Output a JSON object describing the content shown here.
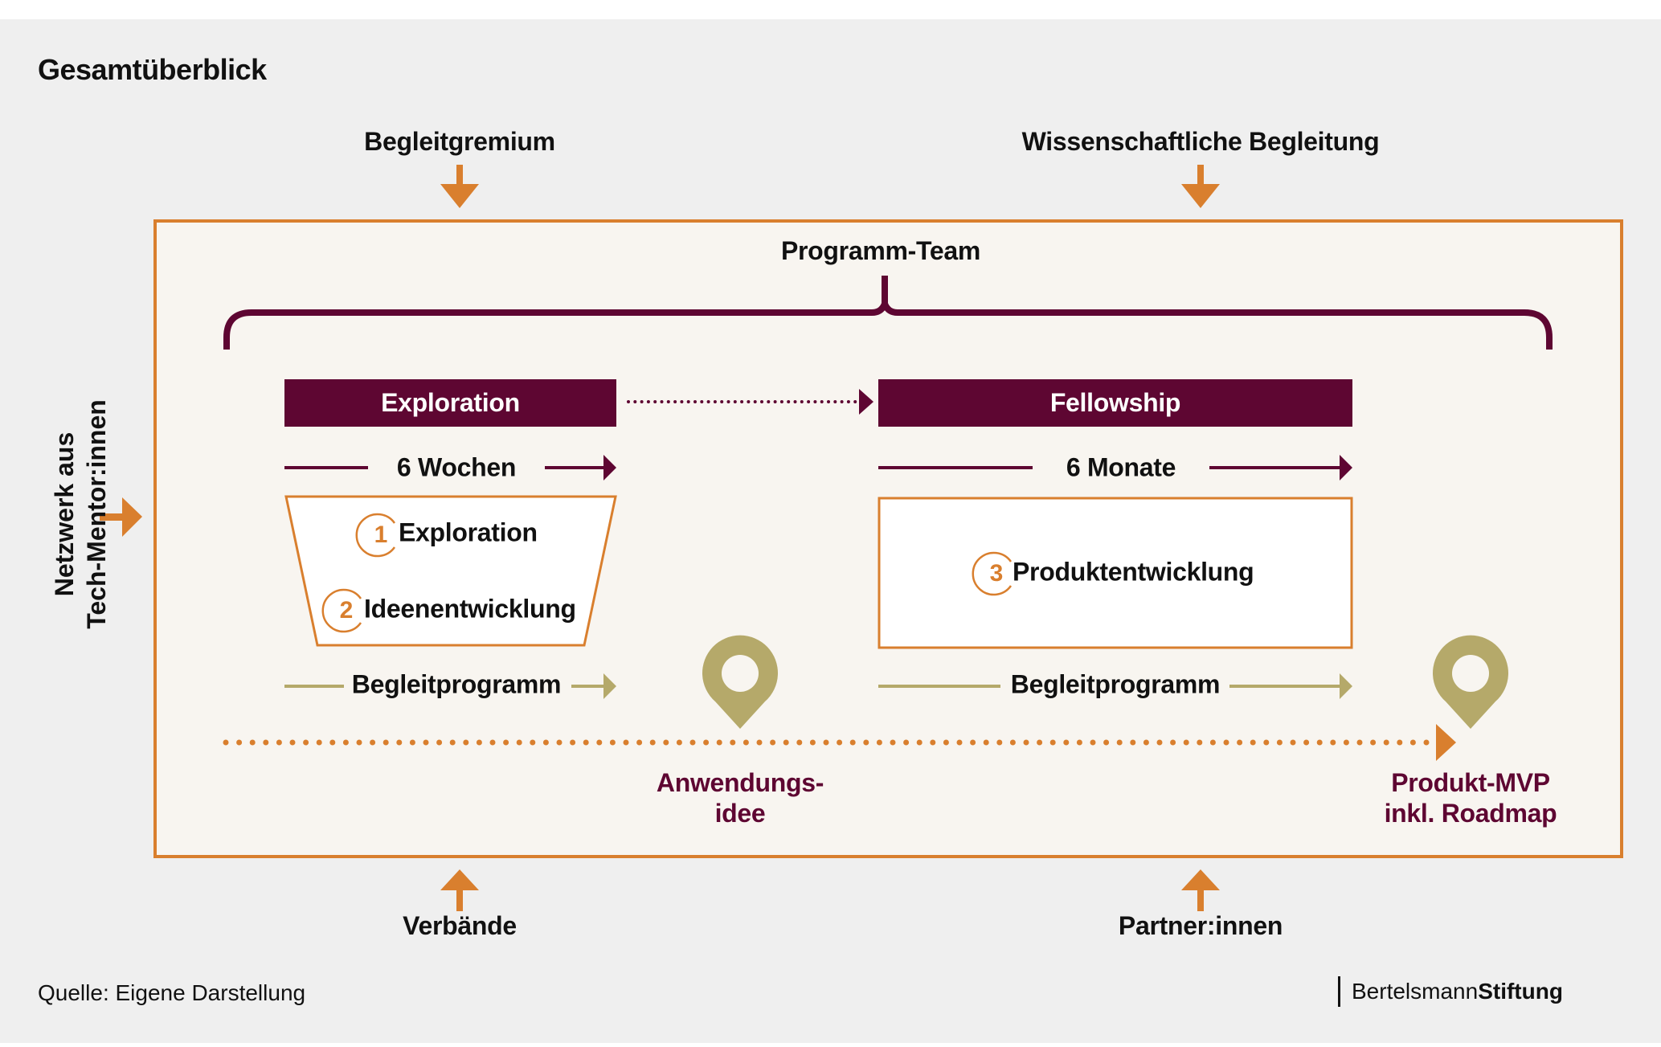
{
  "title": "Gesamtüberblick",
  "inputs": {
    "top_left": "Begleitgremium",
    "top_right": "Wissenschaftliche Begleitung",
    "bottom_left": "Verbände",
    "bottom_right": "Partner:innen",
    "left": [
      "Netzwerk aus",
      "Tech-Mentor:innen"
    ]
  },
  "program_team": "Programm-Team",
  "phases": [
    {
      "name": "Exploration",
      "duration": "6 Wochen",
      "steps": [
        {
          "number": "1",
          "label": "Exploration"
        },
        {
          "number": "2",
          "label": "Ideenentwicklung"
        }
      ],
      "support": "Begleitprogramm",
      "milestone": [
        "Anwendungs-",
        "idee"
      ]
    },
    {
      "name": "Fellowship",
      "duration": "6 Monate",
      "steps": [
        {
          "number": "3",
          "label": "Produktentwicklung"
        }
      ],
      "support": "Begleitprogramm",
      "milestone": [
        "Produkt-MVP",
        "inkl. Roadmap"
      ]
    }
  ],
  "source": "Quelle: Eigene Darstellung",
  "logo": {
    "light": "Bertelsmann",
    "bold": "Stiftung"
  },
  "colors": {
    "maroon": "#5e0632",
    "orange": "#d97f2e",
    "olive": "#b5a96a",
    "box_bg": "#f8f5f0",
    "page_bg": "#efefef"
  },
  "icons": {
    "milestone": "map-pin-icon",
    "inflow": "arrow-icon"
  }
}
